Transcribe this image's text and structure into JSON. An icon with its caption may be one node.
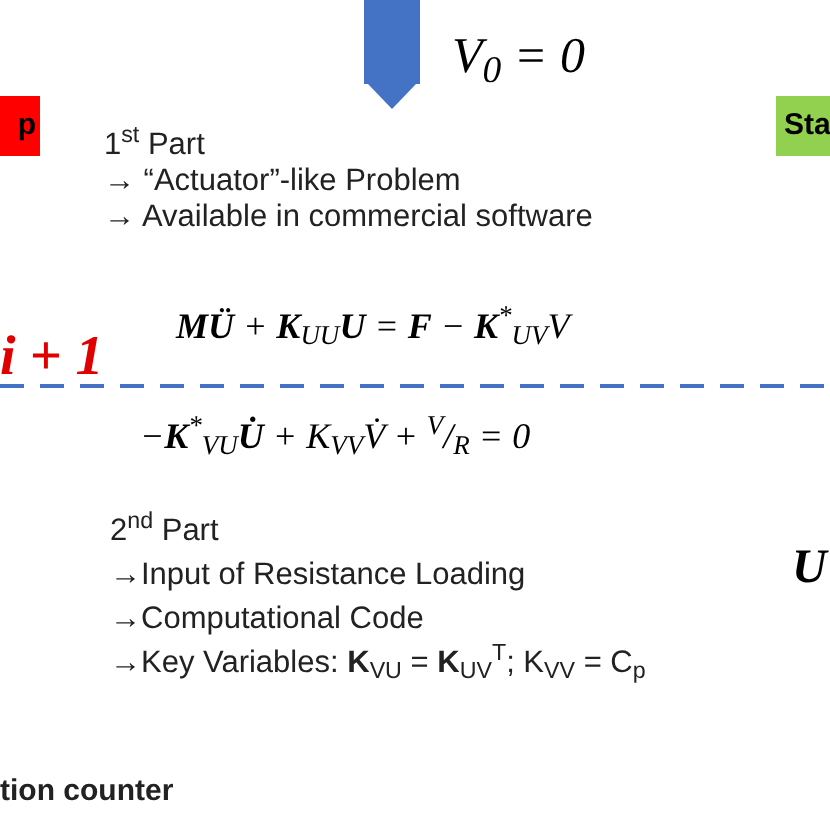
{
  "diagram": {
    "nodes": [
      {
        "text": [
          "p"
        ]
      },
      {
        "text": [
          "Sta"
        ]
      },
      {
        "text": [
          "1$^{st}$ Part",
          "→ “Actuator”-like Problem",
          "→ Available in commercial software"
        ]
      }
    ],
    "edges": [
      {
        "from": null,
        "to": 2,
        "arrow": "to",
        "color": "#4472c4"
      }
    ],
    "labels": [
      "V$_{0}$ = 0",
      "i + 1",
      "**MÜ** + **K**$_{UU}$**U** = **F** − **K**$^{*}$$_{UV}$V",
      "−**K**$^{*}$$_{VU}$**U̇** + K$_{VV}$V̇ + $^{V}$/$_{R}$ = 0",
      "2$^{nd}$ Part",
      "→Input of Resistance Loading",
      "→Computational Code",
      "→Key Variables: **K**$_{VU}$ = **K**$_{UV}$$^{T}$; K$_{VV}$ = C$_{p}$",
      "U",
      "tion counter"
    ]
  }
}
